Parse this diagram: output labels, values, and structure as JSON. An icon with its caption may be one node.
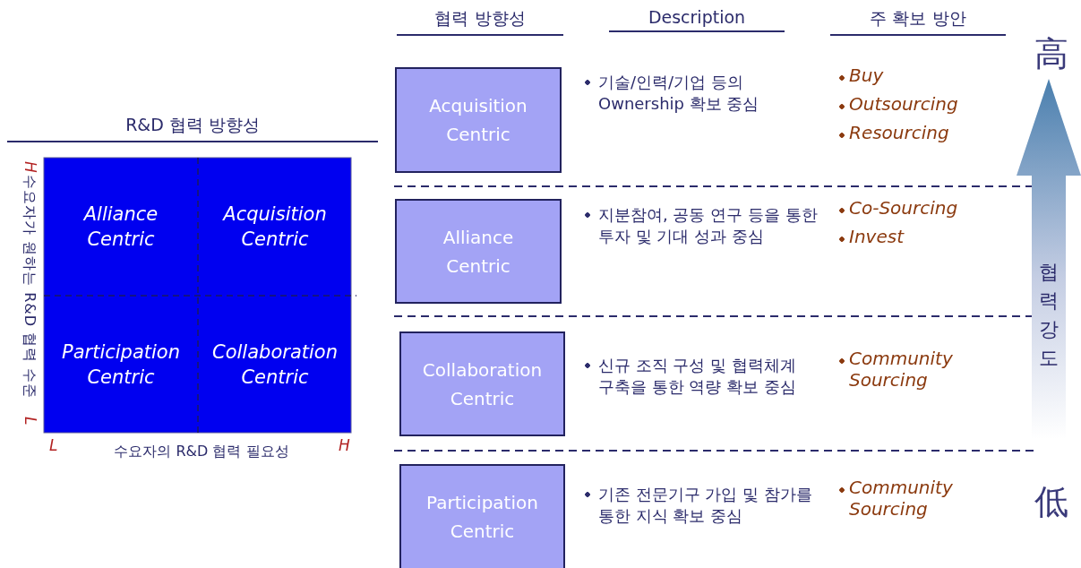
{
  "diagram": {
    "nodes": [
      {
        "text": [
          "Alliance Centric"
        ]
      },
      {
        "text": [
          "Acquisition Centric"
        ]
      },
      {
        "text": [
          "Participation Centric"
        ]
      },
      {
        "text": [
          "Collaboration Centric"
        ]
      },
      {
        "text": [
          "Acquisition Centric"
        ],
        "beside": [
          "기술/인력/기업 등의 Ownership 확보 중심",
          "Buy",
          "Outsourcing",
          "Resourcing"
        ]
      },
      {
        "text": [
          "Alliance Centric"
        ],
        "beside": [
          "지분참여, 공동 연구 등을 통한 투자 및 기대 성과 중심",
          "Co-Sourcing",
          "Invest"
        ]
      },
      {
        "text": [
          "Collaboration Centric"
        ],
        "beside": [
          "신규 조직 구성 및 협력체계 구축을 통한 역량 확보 중심",
          "Community Sourcing"
        ]
      },
      {
        "text": [
          "Participation Centric"
        ],
        "beside": [
          "기존 전문기구 가입 및 참가를 통한 지식 확보 중심",
          "Community Sourcing"
        ]
      },
      {
        "text": [
          "협력강도"
        ],
        "beside": [
          "高",
          "低"
        ]
      }
    ],
    "labels": [
      "협력 방향성",
      "Description",
      "주 확보 방안",
      "R&D 협력 방향성",
      "H",
      "수요자가 원하는 R&D 협력 수준",
      "L",
      "L",
      "수요자의 R&D 협력 필요성",
      "H"
    ]
  }
}
